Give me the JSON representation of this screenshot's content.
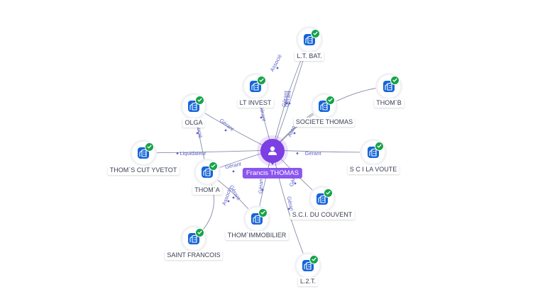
{
  "colors": {
    "center_node": "#7b3fe4",
    "company_icon": "#1565d8",
    "verified_badge": "#17a34a",
    "edge_label": "#5b5fc7"
  },
  "center": {
    "label": "Francis THOMAS",
    "icon": "user-icon"
  },
  "companies": [
    {
      "label": "L.T. BAT.",
      "icon": "building-icon",
      "badge": "check-icon"
    },
    {
      "label": "LT INVEST",
      "icon": "building-icon",
      "badge": "check-icon"
    },
    {
      "label": "OLGA",
      "icon": "building-icon",
      "badge": "check-icon"
    },
    {
      "label": "SOCIETE THOMAS",
      "icon": "building-icon",
      "badge": "check-icon"
    },
    {
      "label": "THOM`B",
      "icon": "building-icon",
      "badge": "check-icon"
    },
    {
      "label": "THOM`S CUT YVETOT",
      "icon": "building-icon",
      "badge": "check-icon"
    },
    {
      "label": "THOM`A",
      "icon": "building-icon",
      "badge": "check-icon"
    },
    {
      "label": "S C I LA VOUTE",
      "icon": "building-icon",
      "badge": "check-icon"
    },
    {
      "label": "S.C.I. DU COUVENT",
      "icon": "building-icon",
      "badge": "check-icon"
    },
    {
      "label": "THOM`IMMOBILIER",
      "icon": "building-icon",
      "badge": "check-icon"
    },
    {
      "label": "SAINT FRANCOIS",
      "icon": "building-icon",
      "badge": "check-icon"
    },
    {
      "label": "L.2.T.",
      "icon": "building-icon",
      "badge": "check-icon"
    }
  ],
  "relations": [
    {
      "label": "Associé"
    },
    {
      "label": "Gérant"
    },
    {
      "label": "Gérant"
    },
    {
      "label": "Gérant"
    },
    {
      "label": "Associé"
    },
    {
      "label": "Gérant"
    },
    {
      "label": "Liquidateur"
    },
    {
      "label": "Associé"
    },
    {
      "label": "Gérant"
    },
    {
      "label": "Gérant"
    },
    {
      "label": "Gérant"
    },
    {
      "label": "Gérant"
    },
    {
      "label": "Gérant"
    },
    {
      "label": "Associé"
    },
    {
      "label": "Gérant"
    }
  ]
}
